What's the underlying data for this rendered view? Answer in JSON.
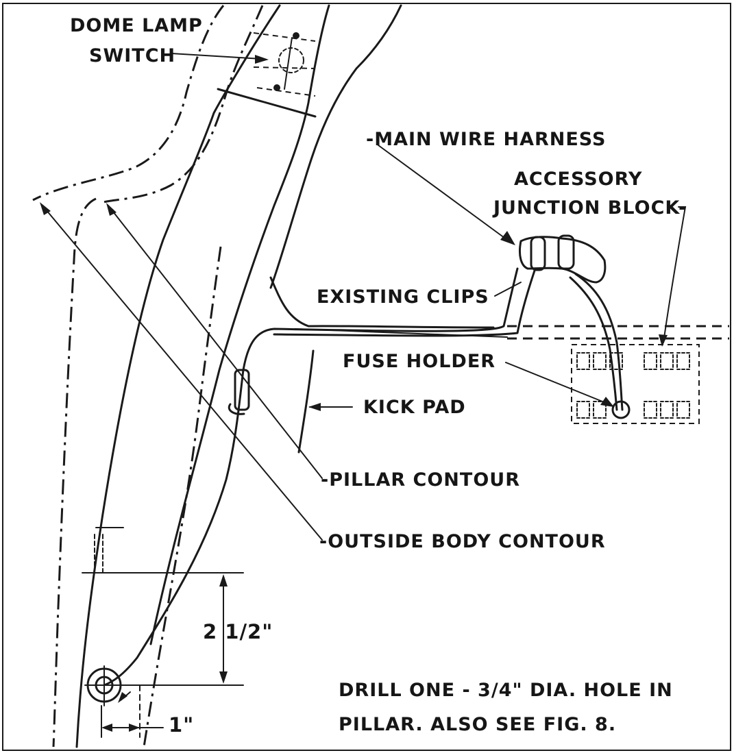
{
  "figure": {
    "labels": {
      "dome_lamp": "DOME LAMP",
      "switch": "SWITCH",
      "main_wire_harness": "-MAIN WIRE HARNESS",
      "accessory": "ACCESSORY",
      "junction_block": "JUNCTION BLOCK-",
      "existing_clips": "EXISTING CLIPS",
      "fuse_holder": "FUSE HOLDER",
      "kick_pad": "KICK PAD",
      "pillar_contour": "-PILLAR  CONTOUR",
      "outside_body_contour": "-OUTSIDE  BODY  CONTOUR",
      "dim_vertical": "2 1/2\"",
      "dim_horizontal": "1\"",
      "note_line1": "DRILL ONE - 3/4\" DIA. HOLE IN",
      "note_line2": "PILLAR.  ALSO  SEE  FIG. 8."
    }
  }
}
